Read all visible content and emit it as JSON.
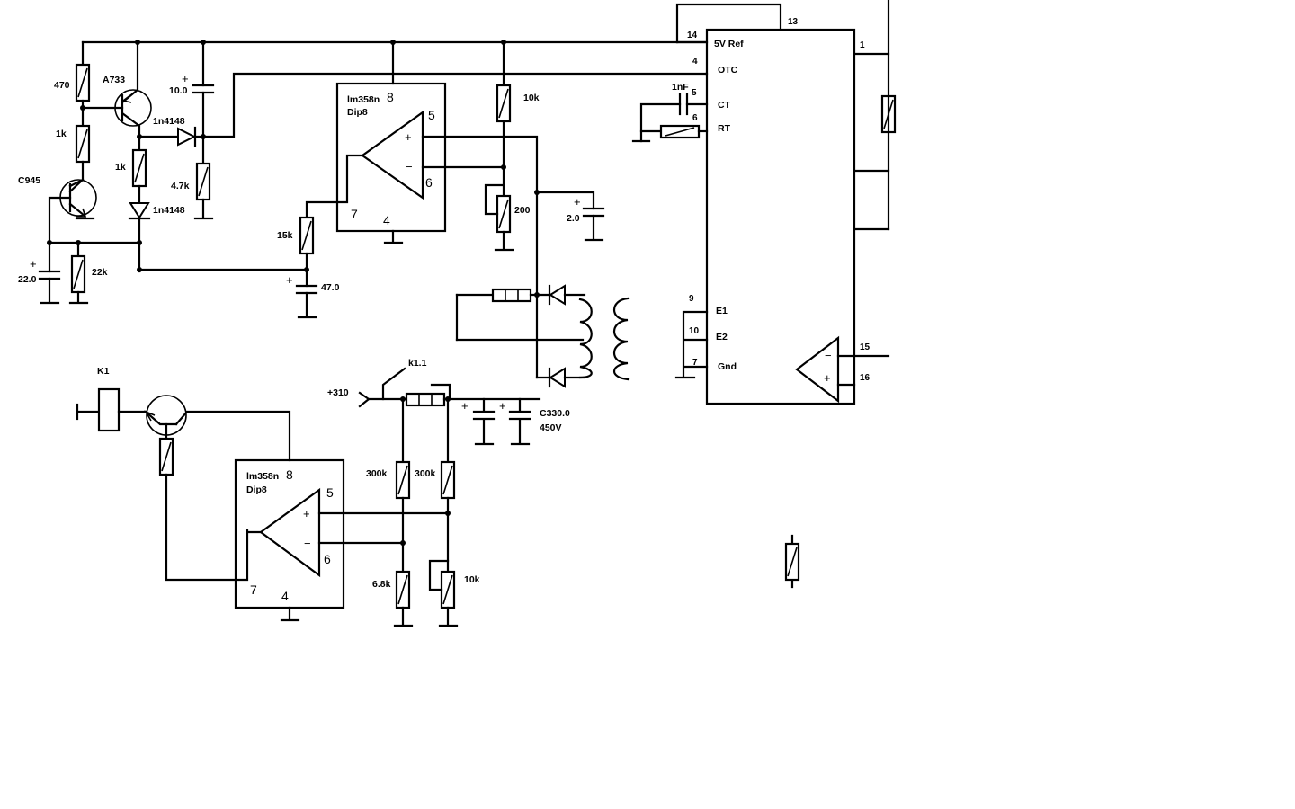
{
  "colors": {
    "background": "#ffffff",
    "ink": "#000000"
  },
  "upper_section": {
    "transistor_pnp_label": "A733",
    "transistor_npn_label": "C945",
    "r_470": "470",
    "r_1k_a": "1k",
    "r_1k_b": "1k",
    "d_1n4148_a": "1n4148",
    "d_1n4148_b": "1n4148",
    "c_10": "10.0",
    "r_4_7k": "4.7k",
    "c_22": "22.0",
    "r_22k": "22k",
    "r_15k": "15k",
    "c_47": "47.0",
    "r_10k": "10k",
    "r_200": "200",
    "c_2": "2.0",
    "opamp": {
      "name": "lm358n",
      "package": "Dip8",
      "pin_vcc": "8",
      "pin_plus": "5",
      "pin_minus": "6",
      "pin_out": "7",
      "pin_gnd": "4"
    }
  },
  "lower_section": {
    "relay_label": "K1",
    "contact_label": "k1.1",
    "supply_label": "+310",
    "cap_value": "C330.0",
    "cap_voltage": "450V",
    "r_300k_a": "300k",
    "r_300k_b": "300k",
    "r_6_8k": "6.8k",
    "r_10k": "10k",
    "opamp": {
      "name": "lm358n",
      "package": "Dip8",
      "pin_vcc": "8",
      "pin_plus": "5",
      "pin_minus": "6",
      "pin_out": "7",
      "pin_gnd": "4"
    }
  },
  "pwm_chip": {
    "pins": {
      "vref": {
        "num": "14",
        "name": "5V Ref"
      },
      "p13": {
        "num": "13"
      },
      "otc": {
        "num": "4",
        "name": "OTC"
      },
      "ct": {
        "num": "5",
        "name": "CT"
      },
      "rt": {
        "num": "6",
        "name": "RT"
      },
      "e1": {
        "num": "9",
        "name": "E1"
      },
      "e2": {
        "num": "10",
        "name": "E2"
      },
      "gnd": {
        "num": "7",
        "name": "Gnd"
      },
      "p1": {
        "num": "1"
      },
      "p15": {
        "num": "15"
      },
      "p16": {
        "num": "16"
      }
    },
    "c_1nf": "1nF"
  }
}
